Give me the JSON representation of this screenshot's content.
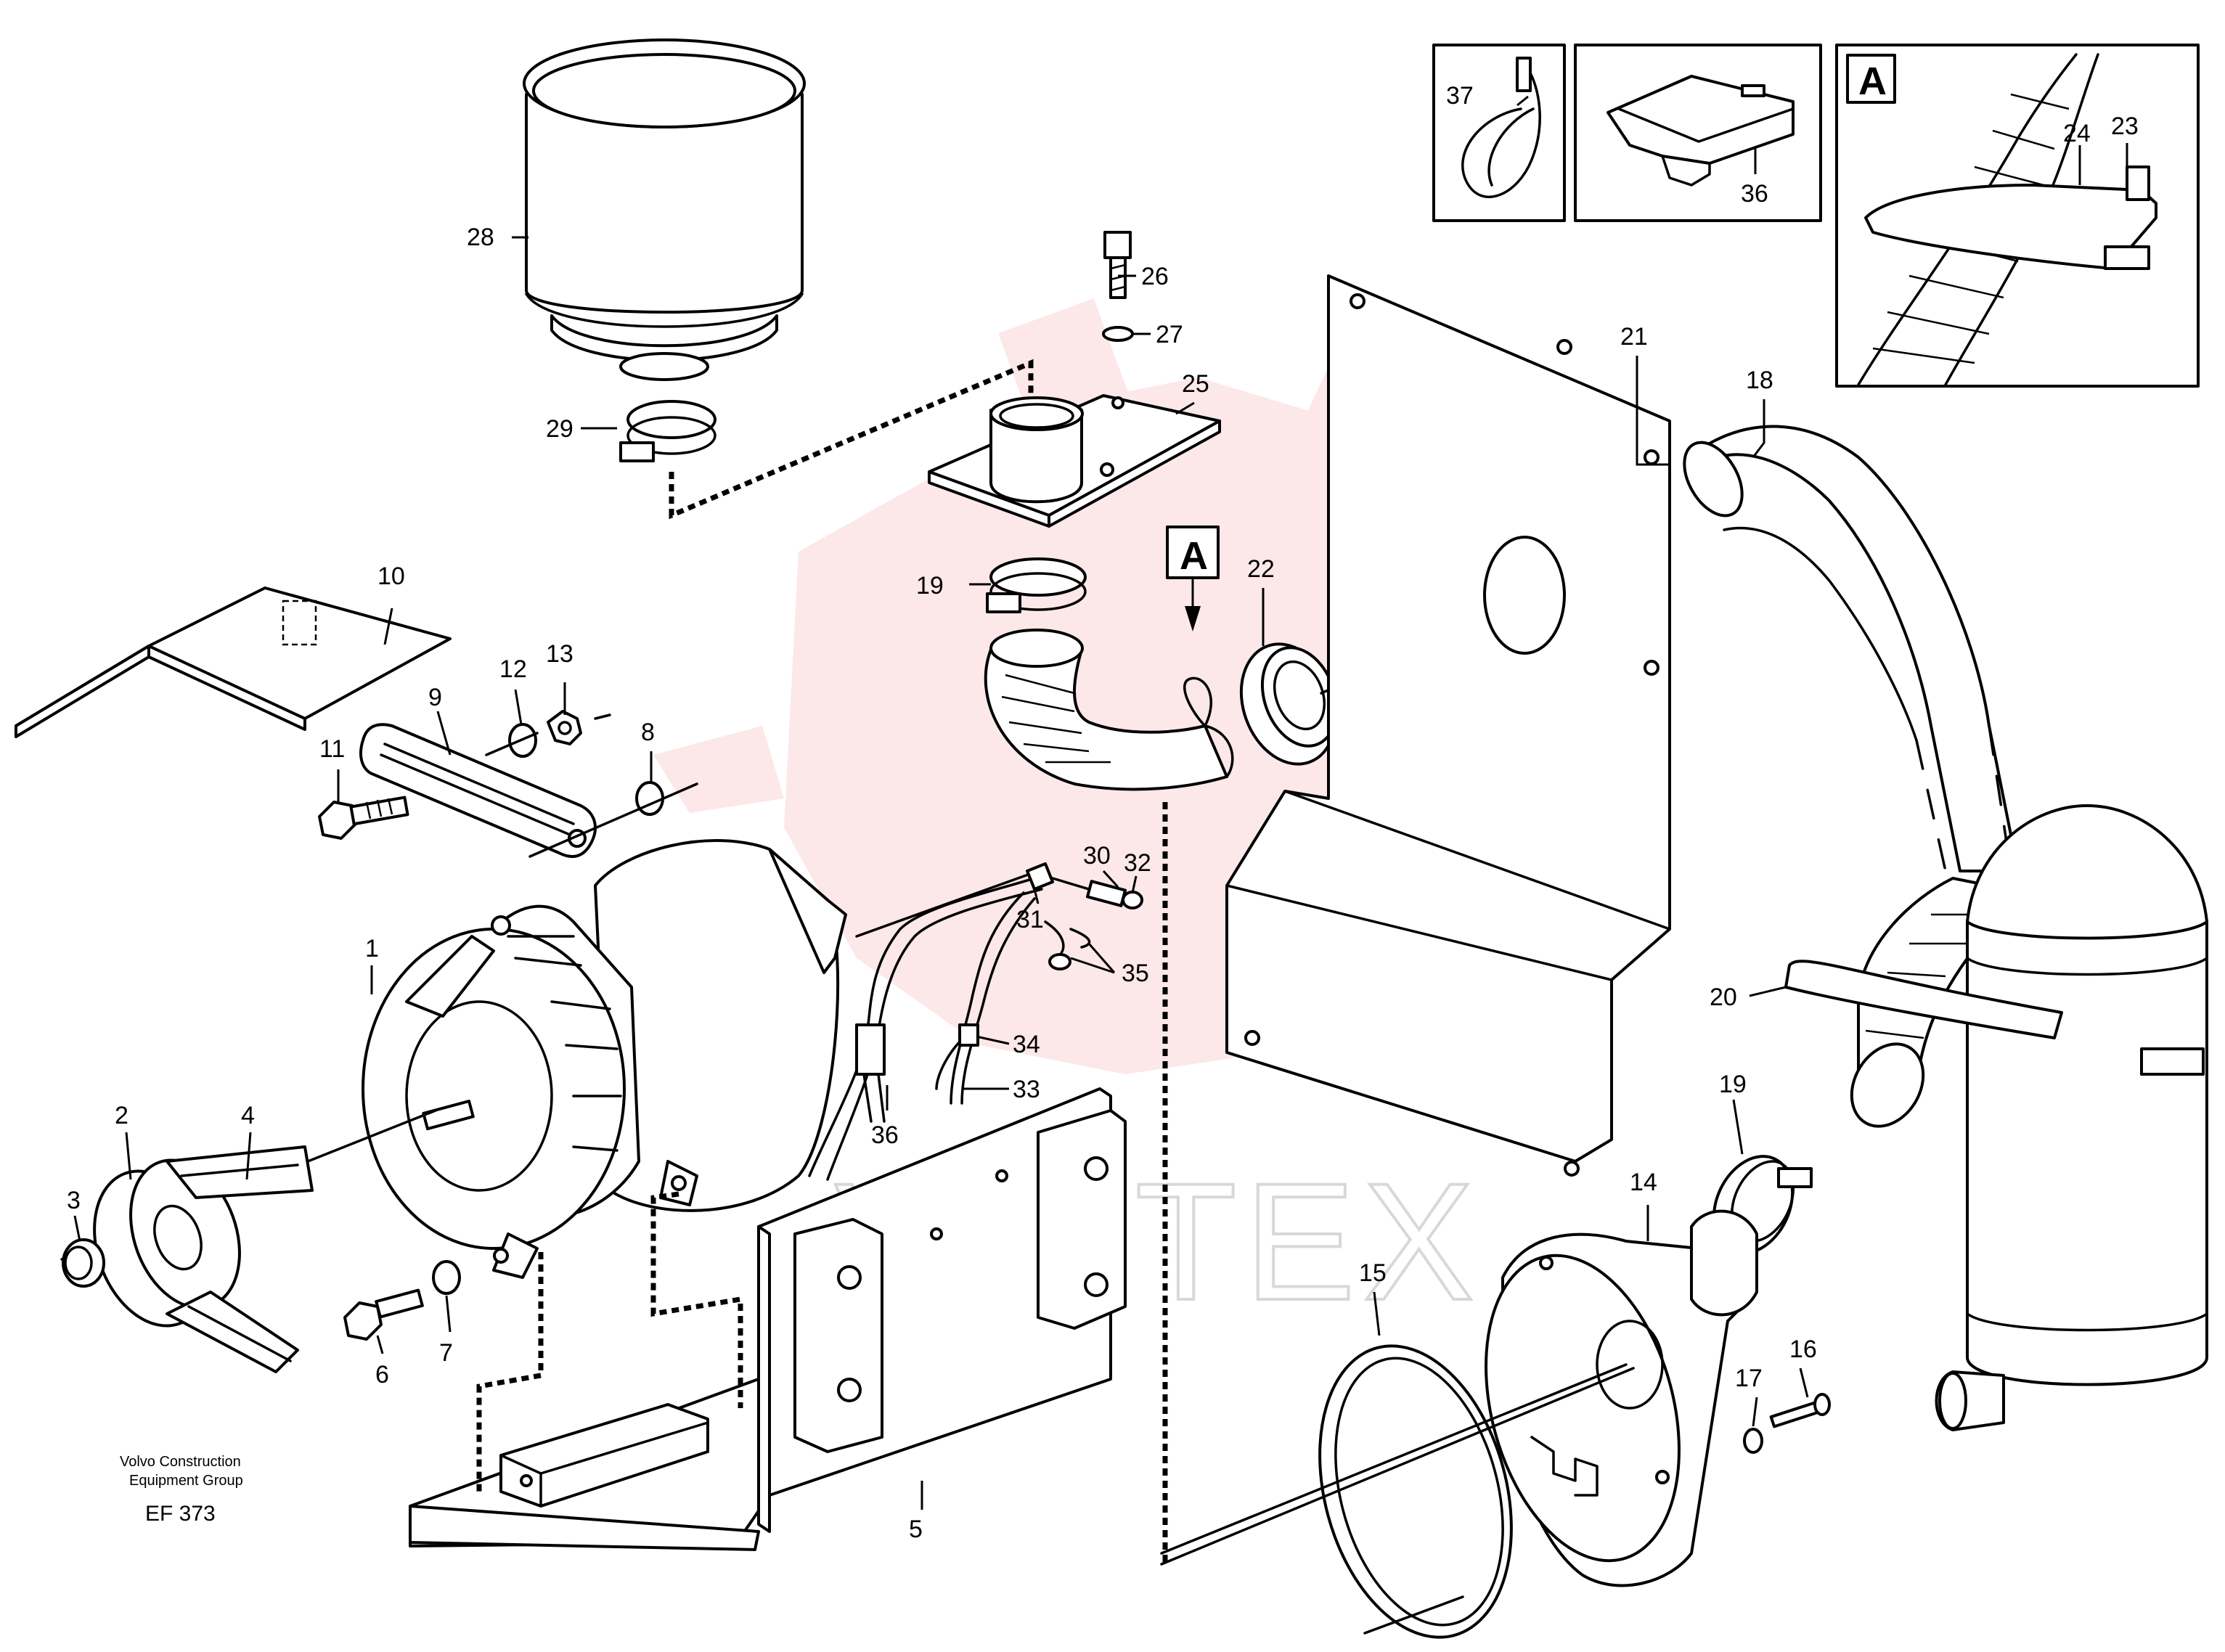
{
  "credit": {
    "line1": "Volvo Construction",
    "line2": "Equipment Group",
    "code": "EF 373"
  },
  "watermark": {
    "text": "VIHTEX",
    "color": "#f2a0a0"
  },
  "detail_label": "A",
  "callouts": [
    "1",
    "2",
    "3",
    "4",
    "5",
    "6",
    "7",
    "8",
    "9",
    "10",
    "11",
    "12",
    "13",
    "14",
    "15",
    "16",
    "17",
    "18",
    "19",
    "19",
    "20",
    "21",
    "22",
    "23",
    "24",
    "25",
    "26",
    "27",
    "28",
    "29",
    "30",
    "31",
    "32",
    "33",
    "34",
    "35",
    "36",
    "36",
    "37"
  ]
}
